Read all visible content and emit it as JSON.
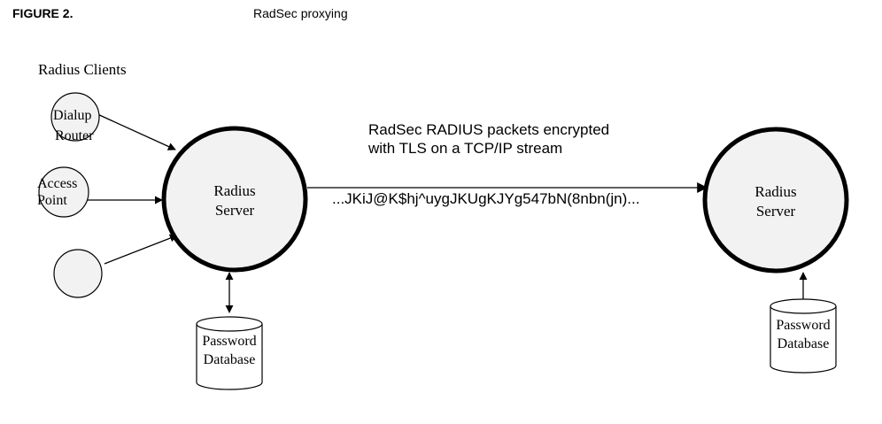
{
  "figure": {
    "label": "FIGURE 2.",
    "title": "RadSec proxying"
  },
  "clients": {
    "heading": "Radius Clients",
    "dialup": {
      "line1": "Dialup",
      "line2": "Router"
    },
    "access_point": {
      "line1": "Access",
      "line2": "Point"
    },
    "unnamed": ""
  },
  "left_server": {
    "line1": "Radius",
    "line2": "Server"
  },
  "right_server": {
    "line1": "Radius",
    "line2": "Server"
  },
  "left_db": {
    "line1": "Password",
    "line2": "Database"
  },
  "right_db": {
    "line1": "Password",
    "line2": "Database"
  },
  "link": {
    "caption_line1": "RadSec RADIUS packets encrypted",
    "caption_line2": "with TLS on a TCP/IP stream",
    "payload": "...JKiJ@K$hj^uygJKUgKJYg547bN(8nbn(jn)..."
  },
  "colors": {
    "stroke": "#000000",
    "node_fill": "#f2f2f2",
    "background": "#ffffff"
  }
}
